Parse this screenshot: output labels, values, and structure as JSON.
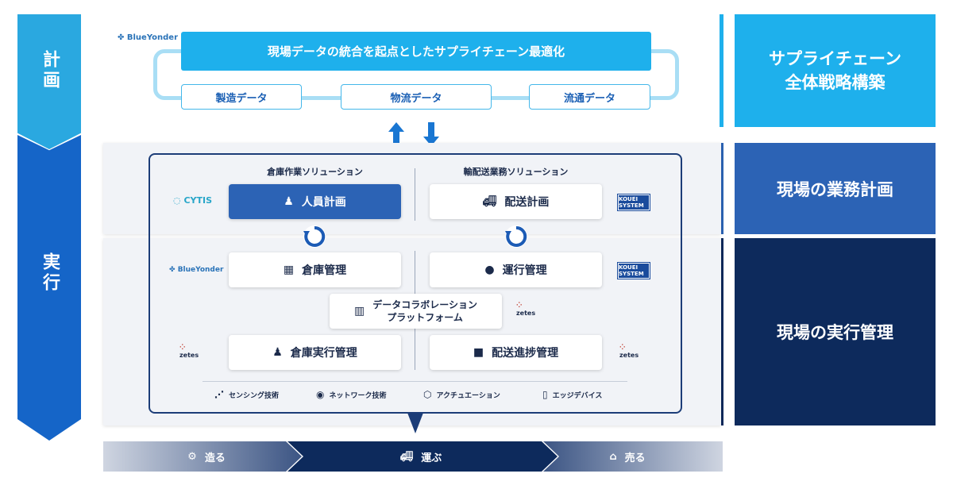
{
  "left": {
    "plan_label": "計画",
    "exec_label": "実行"
  },
  "right": {
    "strategy": "サプライチェーン\n全体戦略構築",
    "planning": "現場の業務計画",
    "execution": "現場の実行管理"
  },
  "top": {
    "logo": "BlueYonder",
    "title": "現場データの統合を起点としたサプライチェーン最適化",
    "chips": [
      "製造データ",
      "物流データ",
      "流通データ"
    ]
  },
  "warehouse": {
    "heading": "倉庫作業ソリューション",
    "logo_plan": "CYTIS",
    "logo_mgmt": "BlueYonder",
    "plan": "人員計画",
    "mgmt": "倉庫管理",
    "exec": "倉庫実行管理"
  },
  "delivery": {
    "heading": "輸配送業務ソリューション",
    "logo": "KOUEI SYSTEM",
    "plan": "配送計画",
    "mgmt": "運行管理",
    "exec": "配送進捗管理"
  },
  "platform": {
    "line1": "データコラボレーション",
    "line2": "プラットフォーム",
    "logo": "zetes"
  },
  "zetes_logo": "zetes",
  "tech": [
    "センシング技術",
    "ネットワーク技術",
    "アクチュエーション",
    "エッジデバイス"
  ],
  "flow": [
    "造る",
    "運ぶ",
    "売る"
  ],
  "colors": {
    "light_blue": "#1eb0ec",
    "mid_blue": "#2c63b5",
    "dark_navy": "#0d2a5c",
    "loop_blue": "#a9def5"
  }
}
